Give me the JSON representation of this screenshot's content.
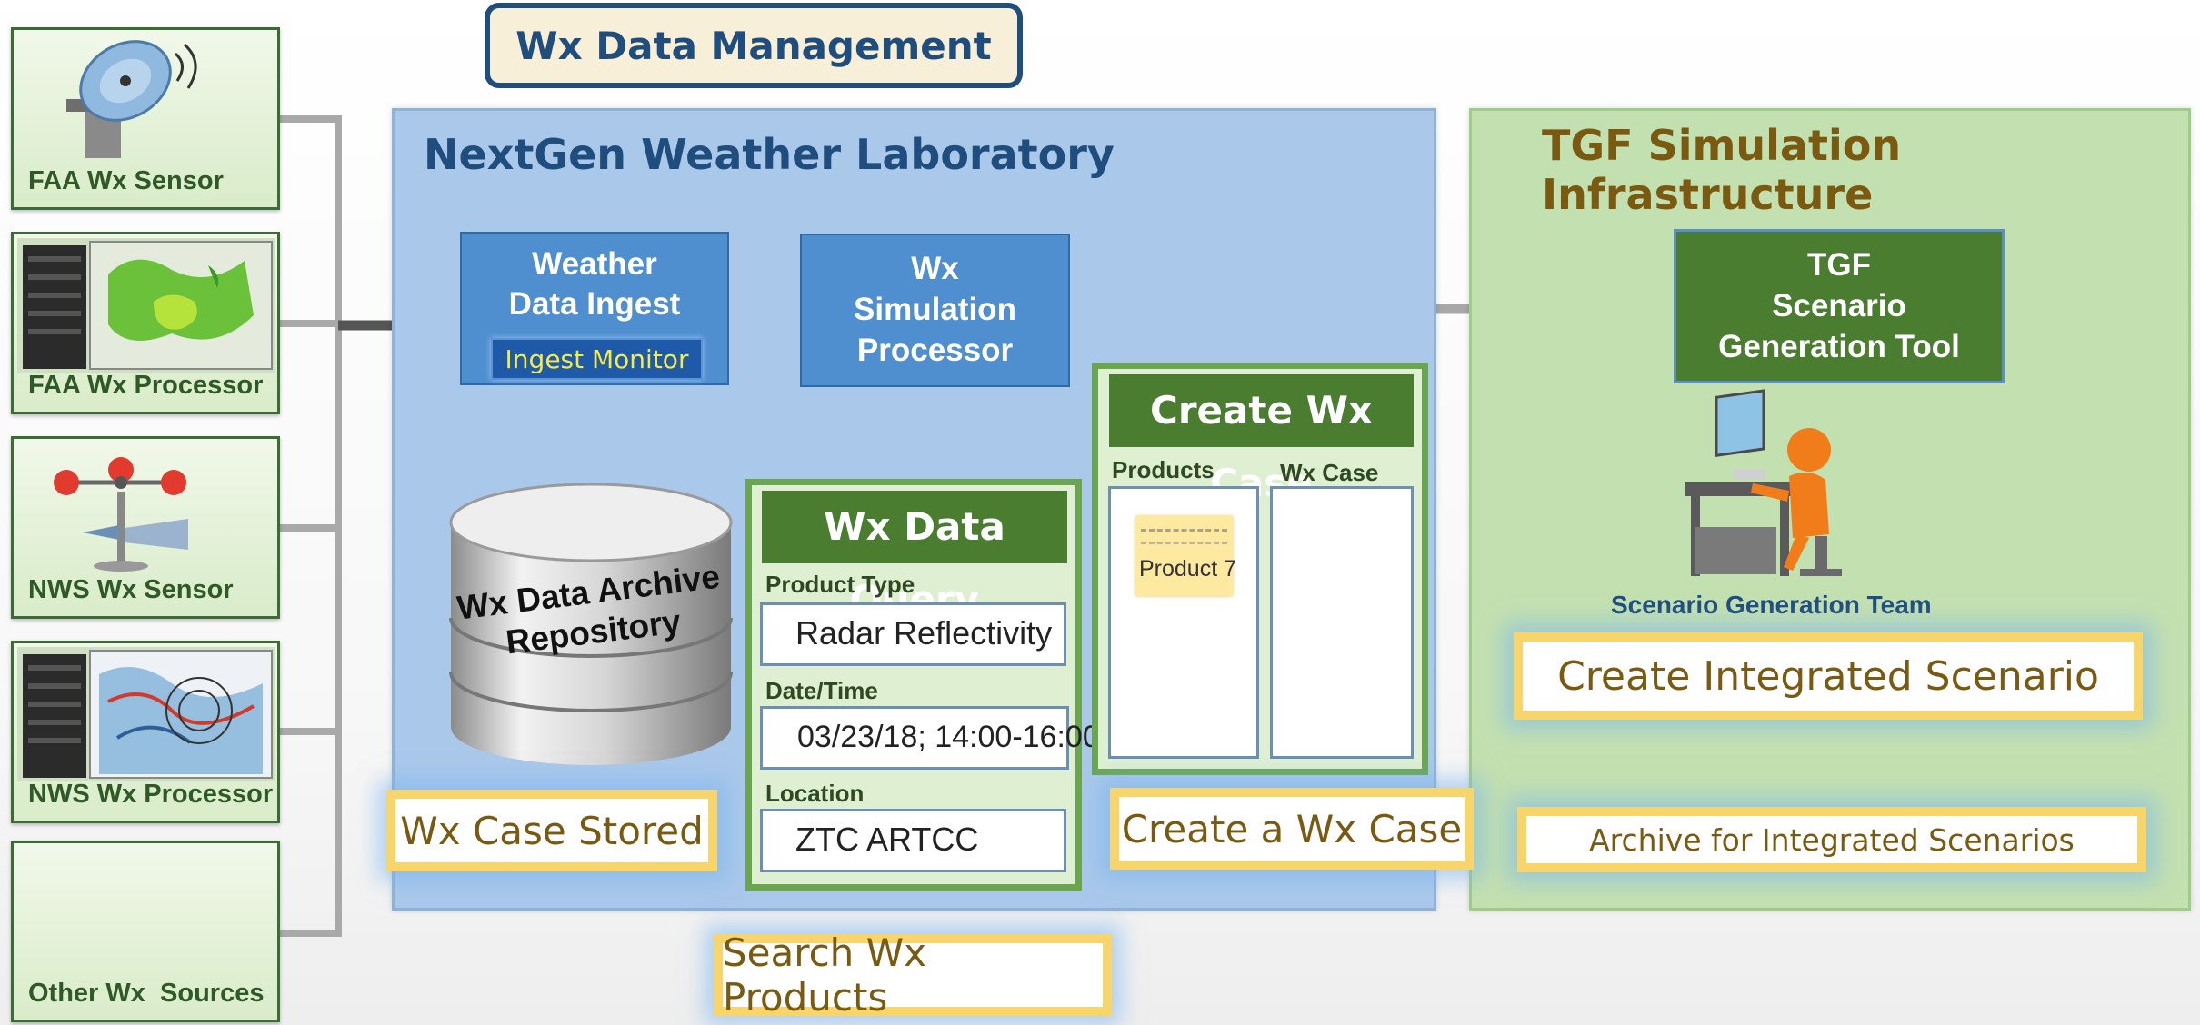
{
  "header": {
    "title": "Wx Data Management"
  },
  "sources": [
    {
      "label": "FAA Wx Sensor"
    },
    {
      "label": "FAA Wx Processor"
    },
    {
      "label": "NWS Wx Sensor"
    },
    {
      "label": "NWS Wx Processor"
    },
    {
      "label": "Other Wx  Sources"
    }
  ],
  "lab": {
    "title": "NextGen Weather Laboratory",
    "ingest": {
      "line1": "Weather",
      "line2": "Data Ingest",
      "monitor": "Ingest Monitor"
    },
    "processor": {
      "line1": "Wx",
      "line2": "Simulation",
      "line3": "Processor"
    },
    "archive": {
      "line1": "Wx Data Archive",
      "line2": "Repository"
    },
    "query": {
      "title": "Wx Data Query",
      "product_type_label": "Product Type",
      "product_type_value": "Radar Reflectivity",
      "datetime_label": "Date/Time",
      "datetime_value": "03/23/18; 14:00-16:00",
      "location_label": "Location",
      "location_value": "ZTC ARTCC"
    },
    "create_case": {
      "title": "Create Wx Case",
      "products_label": "Products",
      "case_label": "Wx Case",
      "selected_product": "Product 7"
    }
  },
  "callouts": {
    "case_stored": "Wx Case Stored",
    "search_products": "Search Wx Products",
    "create_case": "Create a Wx Case",
    "integrated": "Create Integrated Scenario",
    "archive_integrated": "Archive for Integrated Scenarios"
  },
  "tgf": {
    "title": "TGF Simulation Infrastructure",
    "tool": {
      "line1": "TGF",
      "line2": "Scenario",
      "line3": "Generation Tool"
    },
    "team": "Scenario Generation Team"
  },
  "colors": {
    "lab_panel": "#a9c8ea",
    "tgf_panel": "#c3e0b0",
    "dark_green": "#4a7d2f",
    "blue_box": "#4f8fd0",
    "callout_border": "#f7d56b",
    "title_blue": "#1f4e7e",
    "title_brown": "#7a5a10"
  }
}
